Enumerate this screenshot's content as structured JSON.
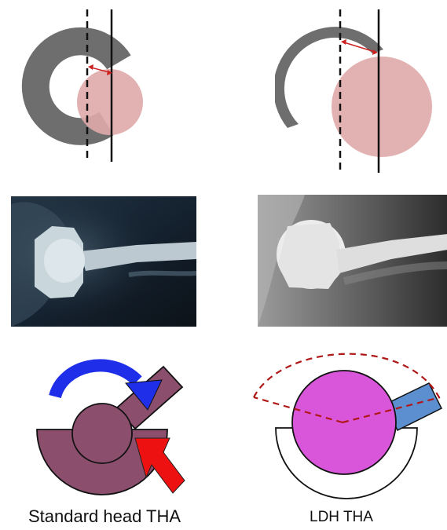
{
  "captions": {
    "left": "Standard head THA",
    "right": "LDH THA"
  },
  "colors": {
    "cup_gray": "#6e6e6e",
    "head_pink_light": "#dfaaaa",
    "offset_arrow_red": "#cc2222",
    "standard_component_mauve": "#8b4f6d",
    "ldh_head_magenta": "#d955d9",
    "ldh_neck_blue": "#5b8fd0",
    "rotation_arrow_blue": "#1f2ee8",
    "impingement_arrow_red": "#ee1111",
    "arc_dashed_red": "#b01818"
  },
  "icons": {
    "rotation_arrow": "curved-arrow",
    "impingement_arrow": "straight-arrow"
  }
}
